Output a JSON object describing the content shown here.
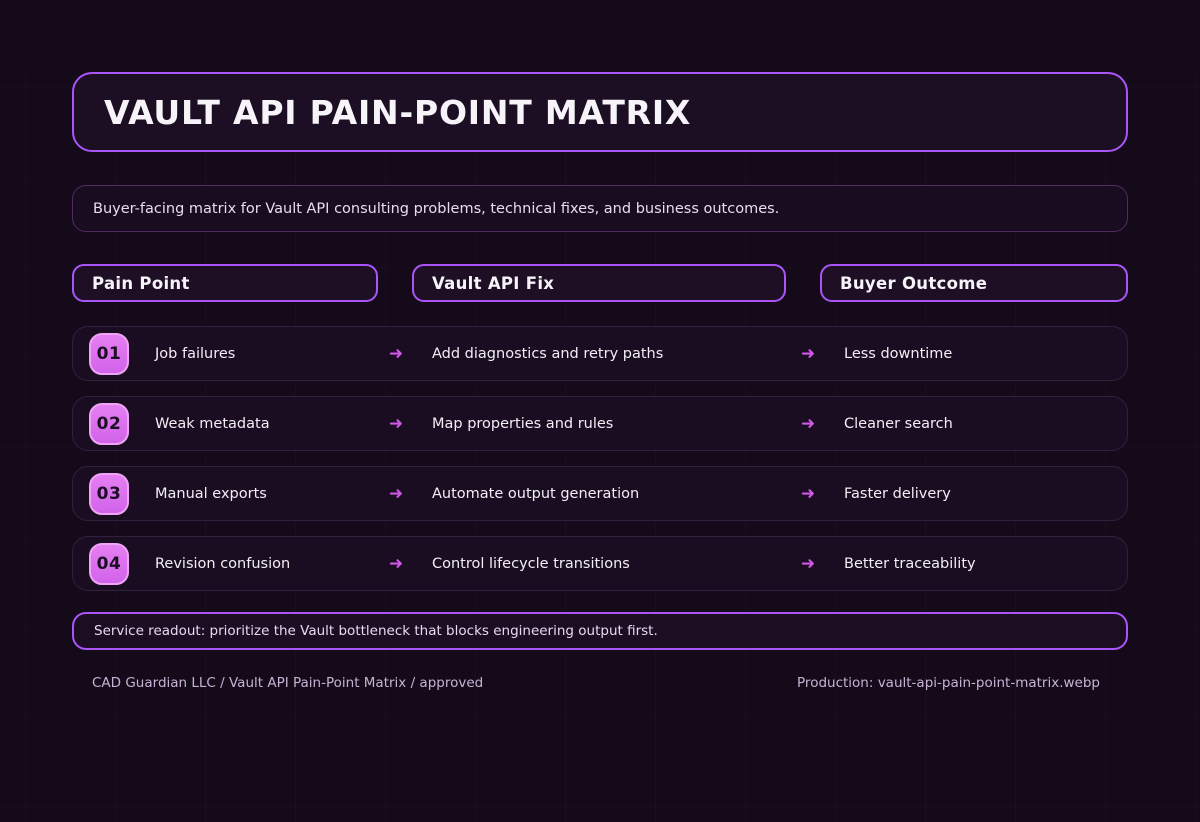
{
  "theme": {
    "background": "#140a19",
    "accent_border": "#a955f7",
    "dim_border": "#4e2b60",
    "row_border": "#31203e",
    "badge_fill": "#e57ff2",
    "badge_border": "#efa4f5",
    "arrow_color": "#d158e6",
    "text_light": "#f2eef5",
    "text_lavender": "#c7b2d4"
  },
  "glyphs": {
    "arrow": "➜"
  },
  "title": "VAULT API PAIN-POINT MATRIX",
  "subtitle": "Buyer-facing matrix for Vault API consulting problems, technical fixes, and business outcomes.",
  "columns": [
    {
      "label": "Pain Point"
    },
    {
      "label": "Vault API Fix"
    },
    {
      "label": "Buyer Outcome"
    }
  ],
  "rows": [
    {
      "num": "01",
      "pain": "Job failures",
      "fix": "Add diagnostics and retry paths",
      "outcome": "Less downtime"
    },
    {
      "num": "02",
      "pain": "Weak metadata",
      "fix": "Map properties and rules",
      "outcome": "Cleaner search"
    },
    {
      "num": "03",
      "pain": "Manual exports",
      "fix": "Automate output generation",
      "outcome": "Faster delivery"
    },
    {
      "num": "04",
      "pain": "Revision confusion",
      "fix": "Control lifecycle transitions",
      "outcome": "Better traceability"
    }
  ],
  "readout": "Service readout: prioritize the Vault bottleneck that blocks engineering output first.",
  "footer": {
    "left": "CAD Guardian LLC / Vault API Pain-Point Matrix / approved",
    "right": "Production: vault-api-pain-point-matrix.webp"
  }
}
